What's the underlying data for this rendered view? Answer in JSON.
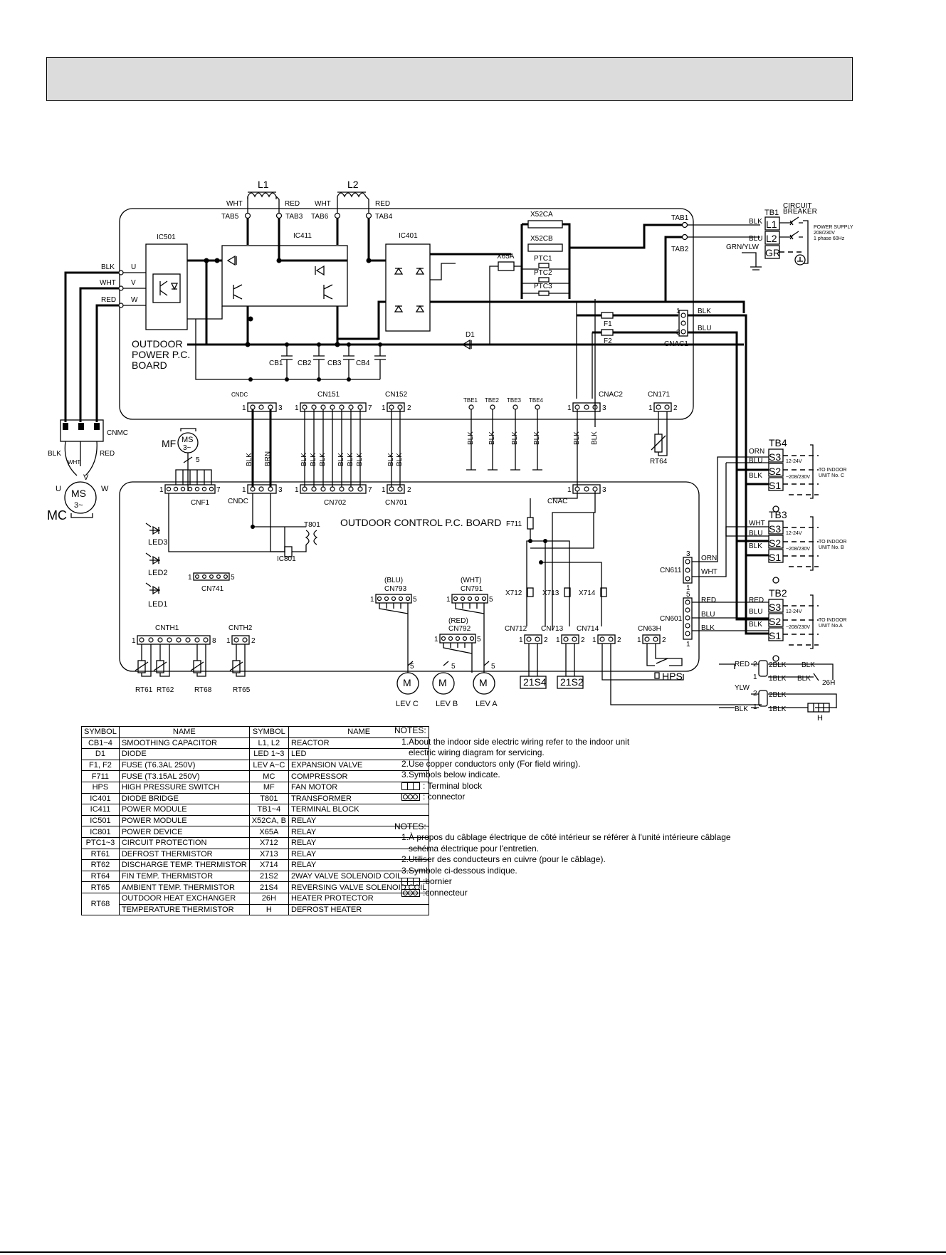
{
  "header": {
    "title": ""
  },
  "board_labels": {
    "power_board": [
      "OUTDOOR",
      "POWER P.C.",
      "BOARD"
    ],
    "control_board": "OUTDOOR CONTROL P.C. BOARD"
  },
  "components": {
    "reactors": [
      "L1",
      "L2"
    ],
    "tabs": [
      "TAB5",
      "TAB3",
      "TAB6",
      "TAB4",
      "TAB1",
      "TAB2"
    ],
    "ics": [
      "IC501",
      "IC411",
      "IC401",
      "IC801"
    ],
    "relays": [
      "X52CA",
      "X52CB",
      "X65A",
      "X712",
      "X713",
      "X714"
    ],
    "ptc": [
      "PTC1",
      "PTC2",
      "PTC3"
    ],
    "capacitors": [
      "CB1",
      "CB2",
      "CB3",
      "CB4"
    ],
    "diode": "D1",
    "fuses": [
      "F1",
      "F2",
      "F711"
    ],
    "connectors_power": [
      "CNDC",
      "CN151",
      "CN152",
      "CNAC2",
      "CN171",
      "CNAC1"
    ],
    "connectors_control": [
      "CNDC",
      "CN702",
      "CN701",
      "CNAC",
      "CNF1",
      "CN741",
      "CN793",
      "CN791",
      "CN792",
      "CNTH1",
      "CNTH2",
      "CN712",
      "CN713",
      "CN714",
      "CN63H",
      "CN611",
      "CN601"
    ],
    "tbe": [
      "TBE1",
      "TBE2",
      "TBE3",
      "TBE4"
    ],
    "transformer": "T801",
    "leds": [
      "LED3",
      "LED2",
      "LED1"
    ],
    "thermistors": [
      "RT61",
      "RT62",
      "RT68",
      "RT65",
      "RT64"
    ],
    "levs": [
      "LEV C",
      "LEV B",
      "LEV A"
    ],
    "valves": [
      "21S4",
      "21S2"
    ],
    "hps": "HPS",
    "heater": "H",
    "heater_protector": "26H",
    "motor_fan": {
      "symbol": "MF",
      "ms": "MS",
      "phase": "3~"
    },
    "motor_comp": {
      "symbol": "MC",
      "ms": "MS",
      "phase": "3~",
      "terminals": [
        "U",
        "V",
        "W"
      ],
      "connector": "CNMC"
    },
    "ic501_terminals": [
      "U",
      "V",
      "W"
    ]
  },
  "wire_colors": {
    "blk": "BLK",
    "wht": "WHT",
    "red": "RED",
    "blu": "BLU",
    "brn": "BRN",
    "orn": "ORN",
    "ylw": "YLW",
    "grn_ylw": "GRN/YLW",
    "two_blk": "2BLK",
    "one_blk": "1BLK"
  },
  "connector_colors": {
    "cn793": "(BLU)",
    "cn791": "(WHT)",
    "cn792": "(RED)"
  },
  "power_supply": {
    "terminal": "TB1",
    "breaker": [
      "CIRCUIT",
      "BREAKER"
    ],
    "lines": [
      "L1",
      "L2",
      "GR"
    ],
    "text": [
      "POWER SUPPLY",
      "208/230V",
      "1 phase 60Hz"
    ]
  },
  "indoor_terminals": [
    {
      "tb": "TB4",
      "unit": [
        "TO INDOOR",
        "UNIT No. C"
      ]
    },
    {
      "tb": "TB3",
      "unit": [
        "TO INDOOR",
        "UNIT No. B"
      ]
    },
    {
      "tb": "TB2",
      "unit": [
        "TO INDOOR",
        "UNIT No.A"
      ]
    }
  ],
  "terminal_pins": [
    "S3",
    "S2",
    "S1"
  ],
  "voltage_labels": {
    "low": "12-24V",
    "high": "~208/230V"
  },
  "pin_numbers": {
    "one": "1",
    "two": "2",
    "three": "3",
    "five": "5",
    "seven": "7",
    "eight": "8"
  },
  "legend": {
    "headers": [
      "SYMBOL",
      "NAME",
      "SYMBOL",
      "NAME"
    ],
    "rows": [
      [
        "CB1~4",
        "SMOOTHING CAPACITOR",
        "L1, L2",
        "REACTOR"
      ],
      [
        "D1",
        "DIODE",
        "LED 1~3",
        "LED"
      ],
      [
        "F1, F2",
        "FUSE (T6.3AL 250V)",
        "LEV A~C",
        "EXPANSION VALVE"
      ],
      [
        "F711",
        "FUSE (T3.15AL 250V)",
        "MC",
        "COMPRESSOR"
      ],
      [
        "HPS",
        "HIGH PRESSURE SWITCH",
        "MF",
        "FAN MOTOR"
      ],
      [
        "IC401",
        "DIODE BRIDGE",
        "T801",
        "TRANSFORMER"
      ],
      [
        "IC411",
        "POWER MODULE",
        "TB1~4",
        "TERMINAL BLOCK"
      ],
      [
        "IC501",
        "POWER MODULE",
        "X52CA, B",
        "RELAY"
      ],
      [
        "IC801",
        "POWER DEVICE",
        "X65A",
        "RELAY"
      ],
      [
        "PTC1~3",
        "CIRCUIT PROTECTION",
        "X712",
        "RELAY"
      ],
      [
        "RT61",
        "DEFROST THERMISTOR",
        "X713",
        "RELAY"
      ],
      [
        "RT62",
        "DISCHARGE TEMP. THERMISTOR",
        "X714",
        "RELAY"
      ],
      [
        "RT64",
        "FIN TEMP. THERMISTOR",
        "21S2",
        "2WAY VALVE SOLENOID COIL"
      ],
      [
        "RT65",
        "AMBIENT TEMP. THERMISTOR",
        "21S4",
        "REVERSING VALVE SOLENOID COIL"
      ]
    ],
    "last_row": {
      "symbol": "RT68",
      "name1": "OUTDOOR HEAT EXCHANGER",
      "name2": "TEMPERATURE THERMISTOR",
      "sym_a": "26H",
      "name_a": "HEATER PROTECTOR",
      "sym_b": "H",
      "name_b": "DEFROST HEATER"
    }
  },
  "notes_en": {
    "title": "NOTES:",
    "n1a": "1.About the indoor side electric  wiring refer to the indoor unit",
    "n1b": "electric wiring diagram for servicing.",
    "n2": "2.Use copper conductors only (For field wiring).",
    "n3": "3.Symbols below indicate.",
    "tb": ": Terminal block",
    "cn": ": connector"
  },
  "notes_fr": {
    "title": "NOTES:",
    "n1a": "1.À propos du câblage électrique de côté intérieur se référer à l'unité intérieure câblage",
    "n1b": "schéma électrique pour l'entretien.",
    "n2": "2.Utiliser des conducteurs en cuivre (pour le câblage).",
    "n3": "3.Symbole ci-dessous indique.",
    "tb": ":bornier",
    "cn": ":connecteur"
  }
}
